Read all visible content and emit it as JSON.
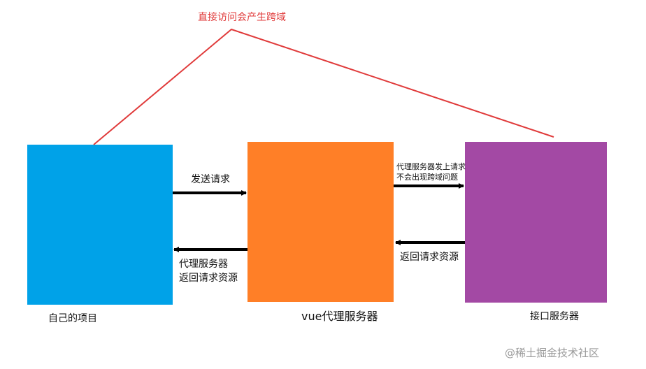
{
  "colors": {
    "project_box": "#00a2e8",
    "proxy_box": "#ff7f27",
    "api_box": "#a349a4",
    "cross_origin_line": "#e03a3a",
    "arrow": "#000000"
  },
  "labels": {
    "direct_access": "直接访问会产生跨域",
    "send_request": "发送请求",
    "proxy_return_line1": "代理服务器",
    "proxy_return_line2": "返回请求资源",
    "proxy_upstream_line1": "代理服务器发上请求",
    "proxy_upstream_line2": "不会出现跨域问题",
    "api_return": "返回请求资源",
    "own_project": "自己的项目",
    "vue_proxy": "vue代理服务器",
    "api_server": "接口服务器"
  },
  "watermark": "@稀土掘金技术社区"
}
